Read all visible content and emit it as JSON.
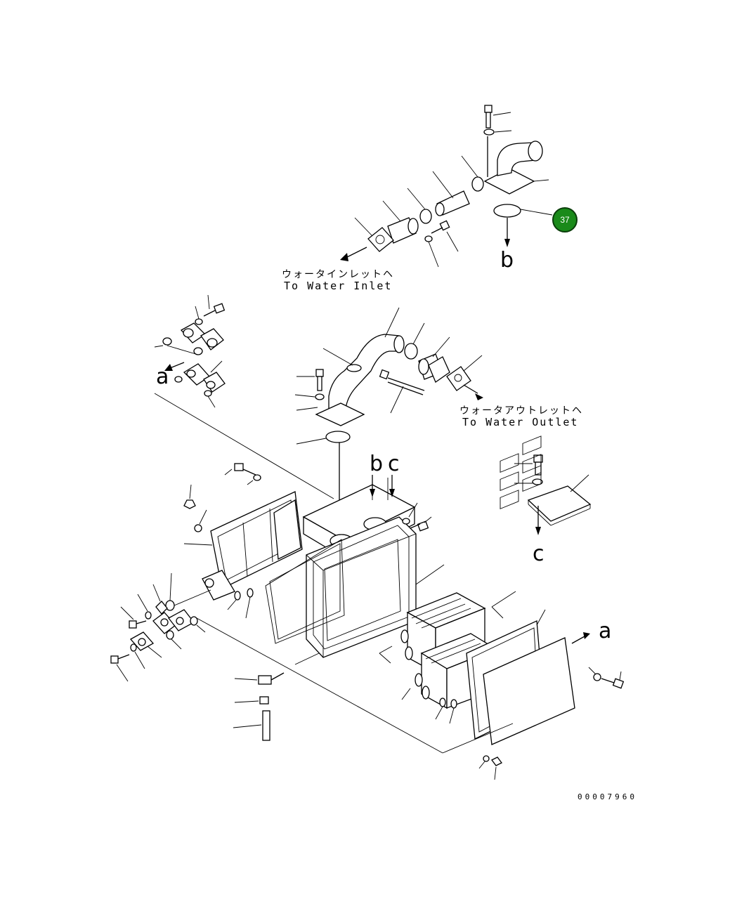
{
  "labels": {
    "water_inlet_jp": "ウォータインレットヘ",
    "water_inlet_en": "To Water Inlet",
    "water_outlet_jp": "ウォータアウトレットヘ",
    "water_outlet_en": "To Water Outlet"
  },
  "refs": {
    "a_left": "a",
    "a_right": "a",
    "b_top": "b",
    "b_mid": "b",
    "c_mid": "c",
    "c_right": "c"
  },
  "callout": {
    "number": "37",
    "color": "#1a8a1a"
  },
  "drawing_code": "00007960"
}
